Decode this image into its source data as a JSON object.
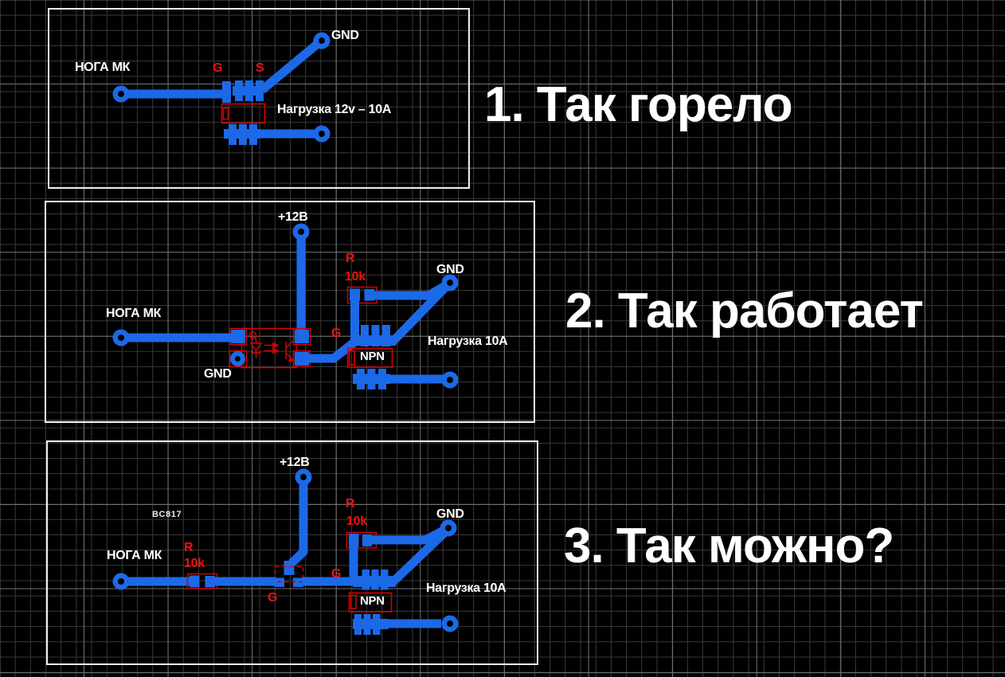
{
  "meta": {
    "description": "PCB layout sketch comparing three MOSFET load-switching circuit variants on a black grid background"
  },
  "colors": {
    "background": "#000000",
    "grid_minor": "#3a3a3a",
    "grid_major": "#747474",
    "panel_border": "#f0f0f0",
    "copper_blue": "#1c69e8",
    "silkscreen_red": "#d80000",
    "label_red": "#f01010",
    "text_white": "#ffffff"
  },
  "headings": {
    "h1": "1. Так горело",
    "h2": "2. Так работает",
    "h3": "3. Так можно?"
  },
  "panels": {
    "p1": {
      "labels": {
        "noga_mk": "НОГА МК",
        "gate": "G",
        "source": "S",
        "gnd": "GND",
        "load": "Нагрузка 12v – 10A"
      }
    },
    "p2": {
      "labels": {
        "v12": "+12В",
        "r_ref": "R",
        "r_val": "10k",
        "gnd_top": "GND",
        "noga_mk": "НОГА МК",
        "gate": "G",
        "gnd_opto": "GND",
        "npn": "NPN",
        "load": "Нагрузка 10A"
      }
    },
    "p3": {
      "labels": {
        "part": "BC817",
        "v12": "+12В",
        "r1_ref": "R",
        "r1_val": "10k",
        "r2_ref": "R",
        "r2_val": "10k",
        "gnd": "GND",
        "noga_mk": "НОГА МК",
        "gate1": "G",
        "gate2": "G",
        "npn": "NPN",
        "load": "Нагрузка 10A"
      }
    }
  }
}
